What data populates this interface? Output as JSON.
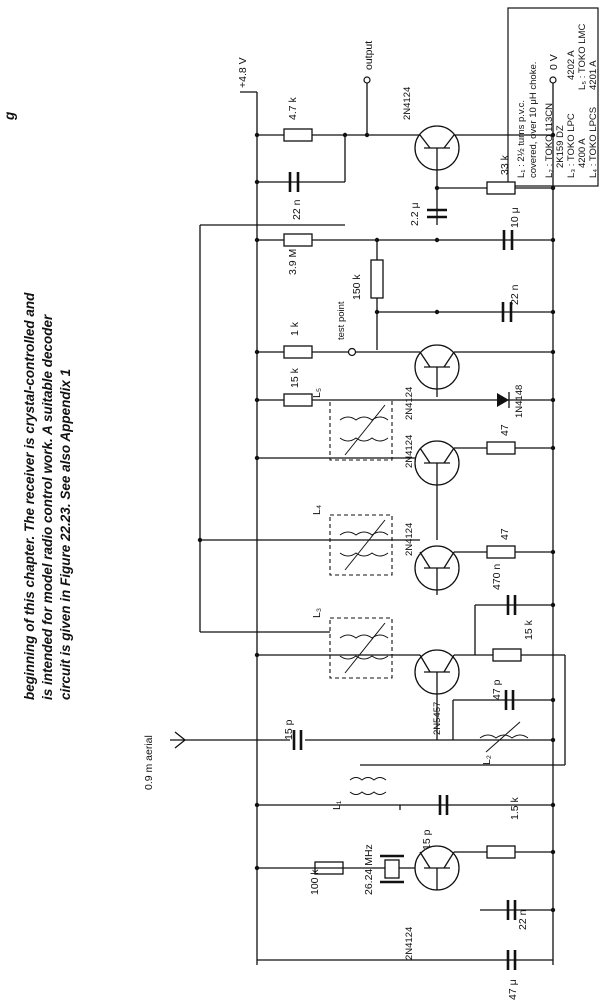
{
  "caption": {
    "line0": "g",
    "line1": "beginning of this chapter. The receiver is crystal-controlled and",
    "line2": "is intended for model radio control work. A suitable decoder",
    "line3": "circuit is given in Figure 22.23. See also Appendix 1"
  },
  "key": {
    "l1": "L₁ : 2½ turns p.v.c.",
    "l1b": "covered, over 10 μH choke.",
    "l2": "L₂ : TOKO 113CN",
    "l2b": "2K159 DZ",
    "l3": "L₃ : TOKO LPC",
    "l3b": "4200 A",
    "l4": "L₄ : TOKO LPCS",
    "l4b": "4201 A",
    "l5": "L₅ : TOKO LMC",
    "l5b": "4202 A"
  },
  "rails": {
    "supply": "+4.8 V",
    "ground": "0 V",
    "output": "output"
  },
  "aerial": "0.9 m aerial",
  "test_point": "test point",
  "transistors": {
    "q_out": "2N4124",
    "q_det": "2N4124",
    "q_if2": "2N4124",
    "q_if1": "2N4124",
    "q_mix": "2N5457",
    "q_osc": "2N4124"
  },
  "diode": "1N4148",
  "crystal": "26.24 MHz",
  "coils": {
    "l1": "L₁",
    "l2": "L₂",
    "l3": "L₃",
    "l4": "L₄",
    "l5": "L₅"
  },
  "resistors": {
    "r47k": "4.7 k",
    "r33k": "33 k",
    "r39m": "3.9 M",
    "r150k": "150 k",
    "r1k": "1 k",
    "r15k_a": "15 k",
    "r47_a": "47",
    "r47_b": "47",
    "r15k_b": "15 k",
    "r1_5k": "1.5 k",
    "r100k": "100 k"
  },
  "capacitors": {
    "c22n_a": "22 n",
    "c2_2u": "2.2 μ",
    "c10u": "10 μ",
    "c22n_b": "22 n",
    "c470n": "470 n",
    "c47p": "47 p",
    "c15p_a": "15 p",
    "c15p_b": "15 p",
    "c22n_c": "22 n",
    "c47u": "47 μ"
  }
}
